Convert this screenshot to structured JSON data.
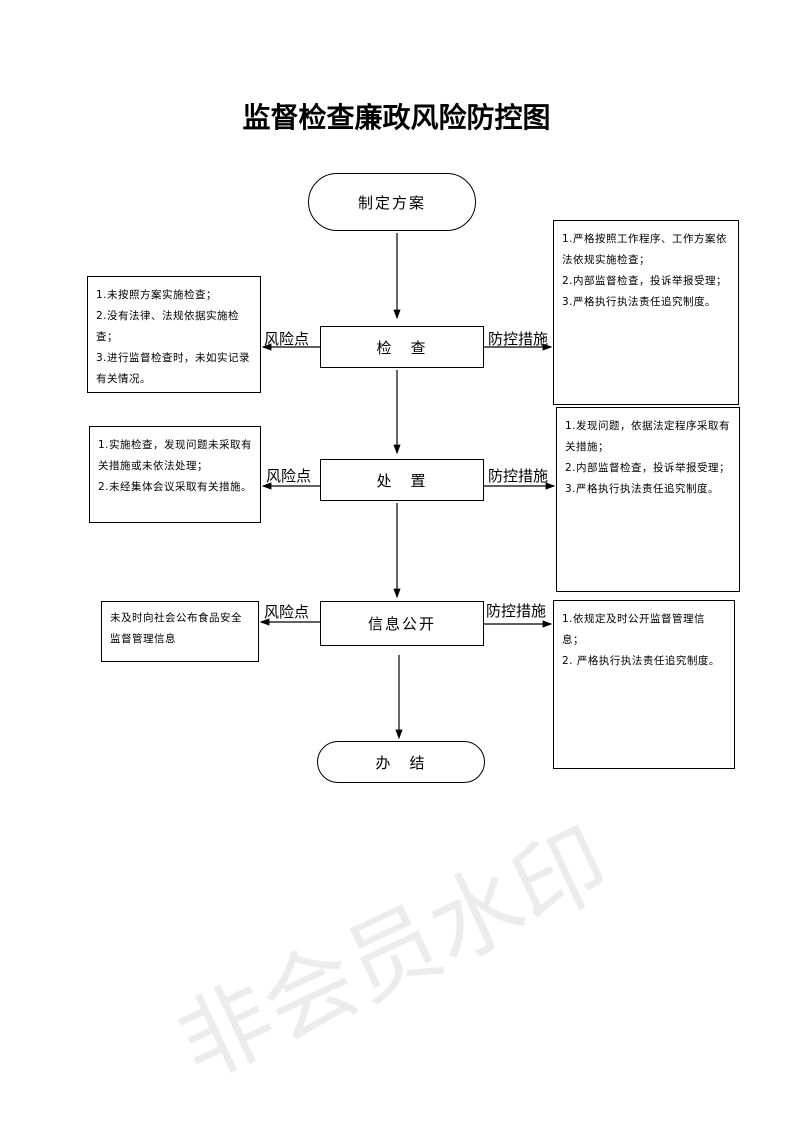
{
  "title": "监督检查廉政风险防控图",
  "nodes": {
    "start": "制定方案",
    "check": "检　查",
    "handle": "处　置",
    "publish": "信息公开",
    "end": "办　结"
  },
  "labels": {
    "risk": "风险点",
    "control": "防控措施"
  },
  "risks": [
    [
      "1.未按照方案实施检查；",
      "2.没有法律、法规依据实施检查；",
      "3.进行监督检查时，未如实记录有关情况。"
    ],
    [
      "1.实施检查，发现问题未采取有关措施或未依法处理；",
      "2.未经集体会议采取有关措施。"
    ],
    [
      "未及时向社会公布食品安全监督管理信息"
    ]
  ],
  "controls": [
    [
      "1.严格按照工作程序、工作方案依法依规实施检查；",
      "2.内部监督检查，投诉举报受理；",
      "3.严格执行执法责任追究制度。"
    ],
    [
      "1.发现问题，依据法定程序采取有关措施；",
      "2.内部监督检查，投诉举报受理；",
      "3.严格执行执法责任追究制度。"
    ],
    [
      "1.依规定及时公开监督管理信息；",
      "2. 严格执行执法责任追究制度。"
    ]
  ],
  "watermark": "非会员水印"
}
